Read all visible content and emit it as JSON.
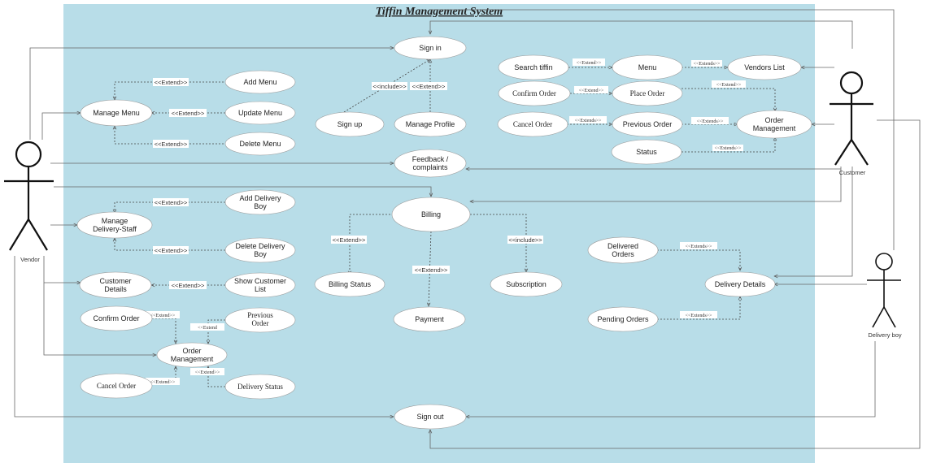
{
  "title": "Tiffin Management System",
  "colors": {
    "system_bg": "#b8dde8",
    "ellipse_fill": "#ffffff",
    "line": "#555555"
  },
  "actors": {
    "vendor": "Vendor",
    "customer": "Customer",
    "delivery_boy": "Delivery boy"
  },
  "use_cases": {
    "sign_in": "Sign in",
    "sign_up": "Sign up",
    "manage_profile": "Manage Profile",
    "manage_menu": "Manage Menu",
    "add_menu": "Add Menu",
    "update_menu": "Update Menu",
    "delete_menu": "Delete Menu",
    "feedback": [
      "Feedback /",
      "complaints"
    ],
    "search_tiffin": "Search tiffin",
    "menu": "Menu",
    "vendors_list": "Vendors List",
    "confirm_order_c": "Confirm Order",
    "place_order": "Place Order",
    "cancel_order_c": "Cancel Order",
    "previous_order_c": "Previous Order",
    "order_management_c": [
      "Order",
      "Management"
    ],
    "status": "Status",
    "manage_delivery_staff": [
      "Manage",
      "Delivery-Staff"
    ],
    "add_delivery_boy": [
      "Add Delivery",
      "Boy"
    ],
    "delete_delivery_boy": [
      "Delete Delivery",
      "Boy"
    ],
    "billing": "Billing",
    "billing_status": "Billing  Status",
    "payment": "Payment",
    "subscription": "Subscription",
    "customer_details": [
      "Customer",
      "Details"
    ],
    "show_customer_list": [
      "Show Customer",
      "List"
    ],
    "confirm_order_v": "Confirm Order",
    "previous_order_v": [
      "Previous",
      "Order"
    ],
    "order_management_v": [
      "Order",
      "Management"
    ],
    "cancel_order_v": "Cancel Order",
    "delivery_status": "Delivery Status",
    "delivered_orders": [
      "Delivered",
      "Orders"
    ],
    "delivery_details": "Delivery Details",
    "pending_orders": "Pending Orders",
    "sign_out": "Sign out"
  },
  "relation_labels": {
    "extend": "<<Extend>>",
    "include": "<<include>>",
    "extend_lc": "<<Extend",
    "include_lc": "<<include>>",
    "extends": "<<Extends>>"
  }
}
